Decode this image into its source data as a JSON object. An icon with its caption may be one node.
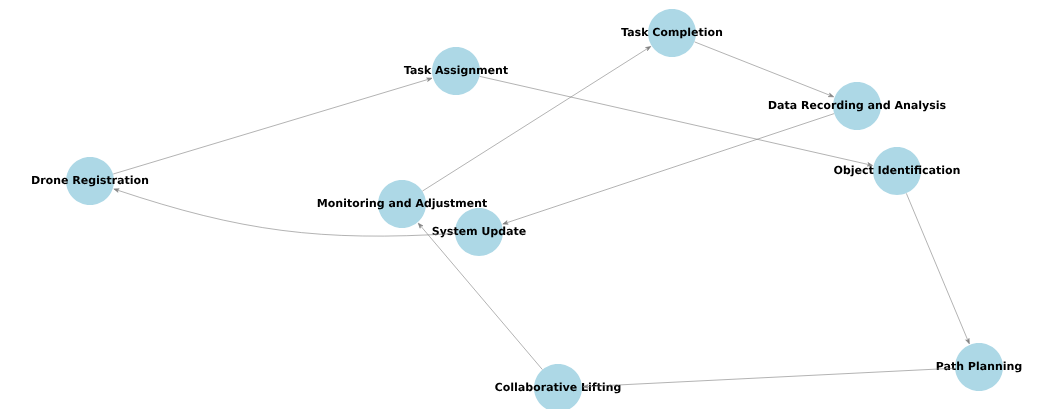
{
  "diagram": {
    "nodes": [
      {
        "text": [
          "Drone Registration"
        ]
      },
      {
        "text": [
          "Task Assignment"
        ]
      },
      {
        "text": [
          "Task Completion"
        ]
      },
      {
        "text": [
          "Data Recording and Analysis"
        ]
      },
      {
        "text": [
          "Object Identification"
        ]
      },
      {
        "text": [
          "Monitoring and Adjustment"
        ]
      },
      {
        "text": [
          "System Update"
        ]
      },
      {
        "text": [
          "Path Planning"
        ]
      },
      {
        "text": [
          "Collaborative Lifting"
        ]
      }
    ],
    "edges": [
      {
        "from": 0,
        "to": 1,
        "arrow": "to"
      },
      {
        "from": 1,
        "to": 4,
        "arrow": "to"
      },
      {
        "from": 4,
        "to": 7,
        "arrow": "to"
      },
      {
        "from": 7,
        "to": 8,
        "arrow": "to"
      },
      {
        "from": 8,
        "to": 5,
        "arrow": "to"
      },
      {
        "from": 5,
        "to": 2,
        "arrow": "to"
      },
      {
        "from": 2,
        "to": 3,
        "arrow": "to"
      },
      {
        "from": 3,
        "to": 6,
        "arrow": "to"
      },
      {
        "from": 6,
        "to": 0,
        "arrow": "to"
      }
    ]
  }
}
